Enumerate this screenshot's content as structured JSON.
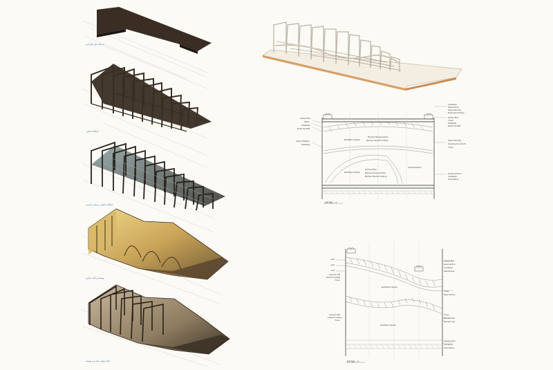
{
  "captions": {
    "step1": "مرحله اول طراحی",
    "step2": "اسکلت اصلی",
    "step3": "اسکلت اصلی و سازه فرعی",
    "step4": "پوسته و کف سازی",
    "step5": "ارائه نهایی سازه و پوسته"
  },
  "section_a": {
    "label": "DETAIL - 1",
    "left_notes": [
      "Flower Box",
      "Mesh",
      "Cladding",
      "External Wall",
      "Glass Partition",
      "Cladding"
    ],
    "right_notes": [
      "Insulation",
      "Metal Deck",
      "Steel Flooring",
      "External Finishes",
      "Flower Box",
      "Truss",
      "Cladding",
      "External Wall",
      "Steel Flooring",
      "Substructure Profil",
      "Truss",
      "Finished Floor",
      "Insulation",
      "Foundation"
    ],
    "inner_notes": [
      "Exhibition Space",
      "Barrisol Suspend Flat",
      "Barrisol Stretch Ceiling",
      "Administration",
      "Exhibition Space",
      "Arched Pipe",
      "Barrisol Suspend Flat",
      "Barrisol Stretch Ceiling"
    ]
  },
  "section_b": {
    "label": "DETAIL - 2",
    "left_notes": [
      "+0.0",
      "+6.5",
      "+9.8",
      "Launch Flat",
      "Stretch Ceiling",
      "Truss",
      "Launch Flat",
      "Launch Ceiling",
      "Truss"
    ],
    "right_notes": [
      "Flower Box",
      "External Fin",
      "Insulation",
      "Metal Deck",
      "Truss",
      "Steel Floors",
      "Truss",
      "Barrisol Cei",
      "Barrisol Cei",
      "Finished Flo",
      "Insulation",
      "Foundation"
    ],
    "inner_notes": [
      "Exhibition Space",
      "Exhibition Space"
    ]
  },
  "colors": {
    "dark_steel": "#3a2e24",
    "glass": "#7a6a4a",
    "warm_light": "#e2c46a",
    "note_blue": "#3d6fb0",
    "line": "#555555"
  }
}
